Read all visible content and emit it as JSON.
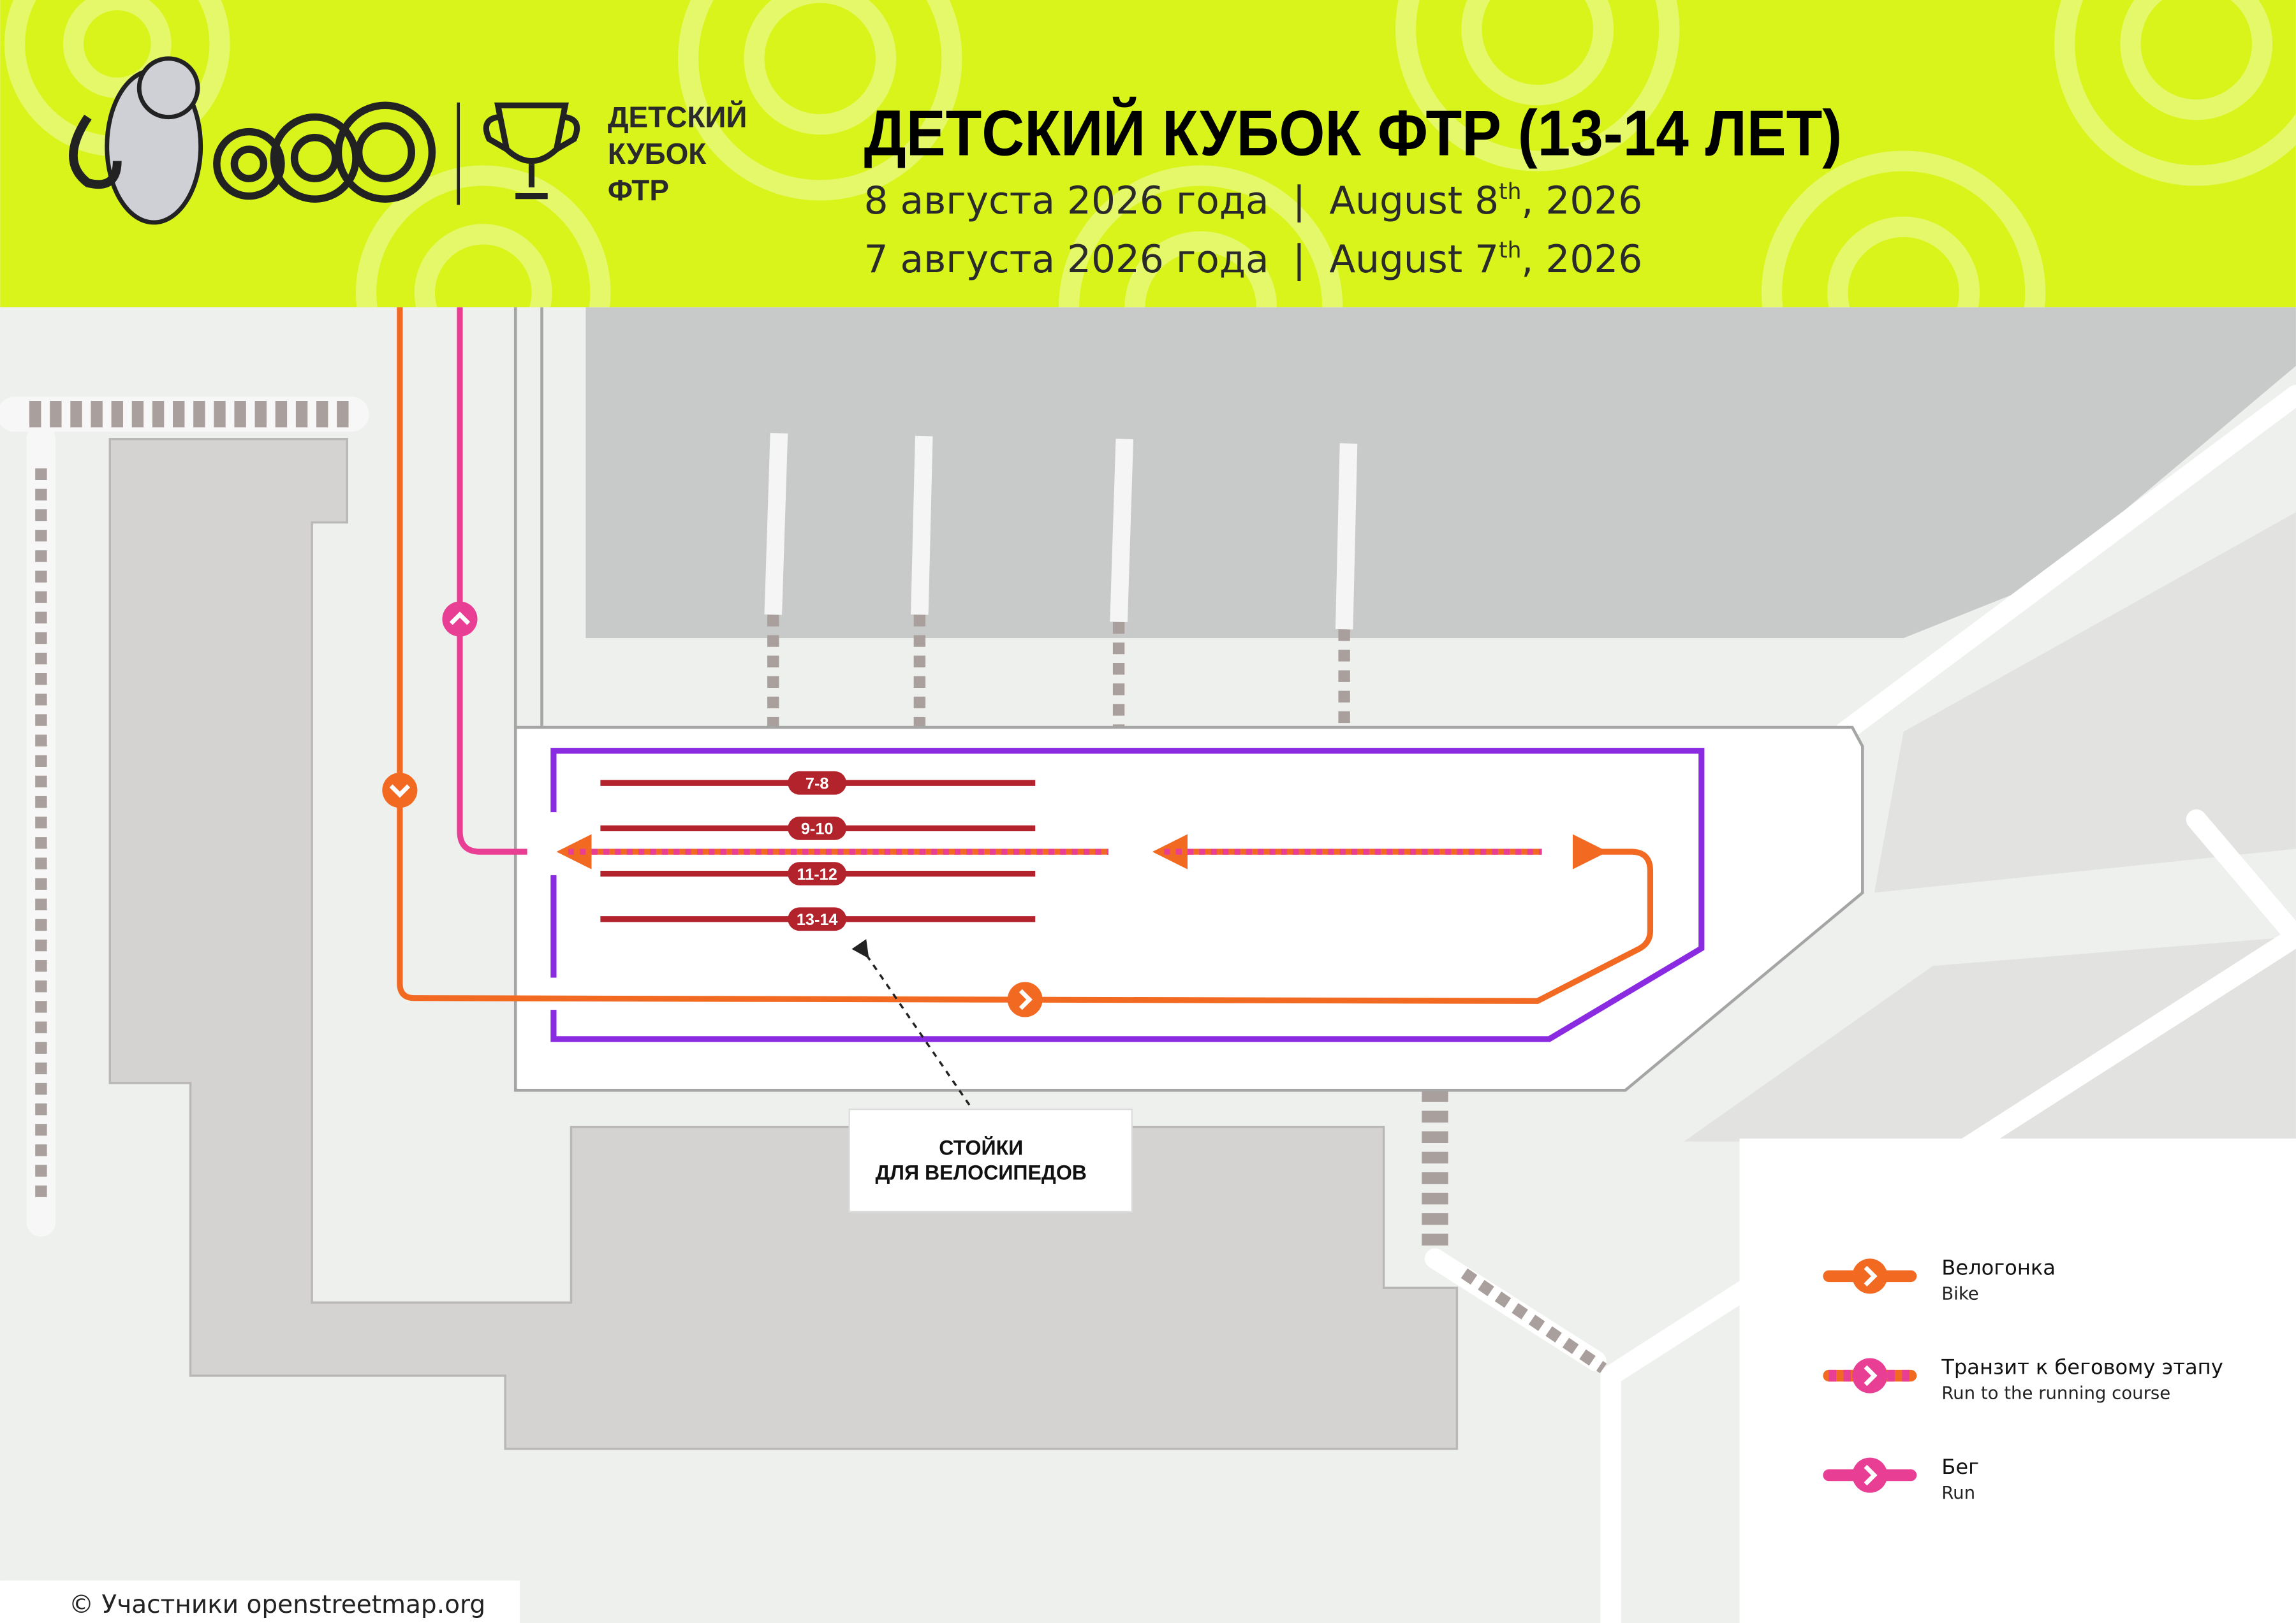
{
  "header": {
    "logo_text": [
      "ДЕТСКИЙ",
      "КУБОК",
      "ФТР"
    ],
    "title": "ДЕТСКИЙ КУБОК ФТР (13-14 ЛЕТ)",
    "date1_ru": "8 августа 2026 года",
    "date1_en_pre": "August 8",
    "date1_en_sup": "th",
    "date1_en_post": ", 2026",
    "date2_ru": "7 августа 2026 года",
    "date2_en_pre": "August 7",
    "date2_en_sup": "th",
    "date2_en_post": ", 2026",
    "separator": "|"
  },
  "map": {
    "rack_labels": [
      "7-8",
      "9-10",
      "11-12",
      "13-14"
    ],
    "callout_line1": "СТОЙКИ",
    "callout_line2": "ДЛЯ ВЕЛОСИПЕДОВ",
    "attribution": "© Участники openstreetmap.org"
  },
  "legend": {
    "items": [
      {
        "label_ru": "Велогонка",
        "label_en": "Bike",
        "icon": "bike-route-icon"
      },
      {
        "label_ru": "Транзит к беговому этапу",
        "label_en": "Run to the running course",
        "icon": "transit-route-icon"
      },
      {
        "label_ru": "Бег",
        "label_en": "Run",
        "icon": "run-route-icon"
      }
    ]
  },
  "colors": {
    "header_bg": "#d8f41a",
    "bike": "#f26a22",
    "run": "#e83e94",
    "zone": "#8a2be2",
    "rack": "#b3232b"
  }
}
